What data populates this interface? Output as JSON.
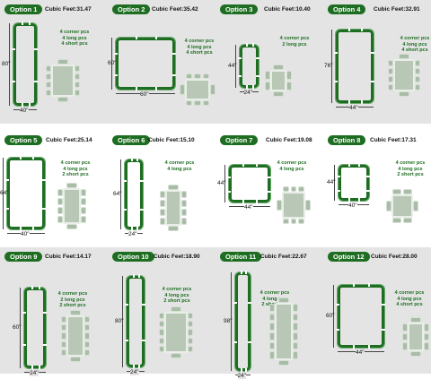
{
  "labels": {
    "cubic_prefix": "Cubic Feet:"
  },
  "colors": {
    "accent": "#1e6e22",
    "band": "#e4e4e4",
    "table": "#b9c8b6"
  },
  "options": [
    {
      "label": "Option 1",
      "cubic": "31.47",
      "width": "40\"",
      "height": "80\"",
      "corner": "4 corner pcs",
      "long": "4 long pcs",
      "short": "4 short pcs"
    },
    {
      "label": "Option 2",
      "cubic": "35.42",
      "width": "60\"",
      "height": "60\"",
      "corner": "4 corner pcs",
      "long": "4 long pcs",
      "short": "4 short pcs"
    },
    {
      "label": "Option 3",
      "cubic": "10.40",
      "width": "24\"",
      "height": "44\"",
      "corner": "4 corner pcs",
      "long": "2 long pcs",
      "short": ""
    },
    {
      "label": "Option 4",
      "cubic": "32.91",
      "width": "44\"",
      "height": "76\"",
      "corner": "4 corner pcs",
      "long": "4 long pcs",
      "short": "4 short pcs"
    },
    {
      "label": "Option 5",
      "cubic": "25.14",
      "width": "40\"",
      "height": "64\"",
      "corner": "4 corner pcs",
      "long": "4 long pcs",
      "short": "2 short pcs"
    },
    {
      "label": "Option 6",
      "cubic": "15.10",
      "width": "24\"",
      "height": "64\"",
      "corner": "4 corner pcs",
      "long": "4 long pcs",
      "short": ""
    },
    {
      "label": "Option 7",
      "cubic": "19.08",
      "width": "44\"",
      "height": "44\"",
      "corner": "4 corner pcs",
      "long": "4 long pcs",
      "short": ""
    },
    {
      "label": "Option 8",
      "cubic": "17.31",
      "width": "40\"",
      "height": "44\"",
      "corner": "4 corner pcs",
      "long": "4 long pcs",
      "short": "2 short pcs"
    },
    {
      "label": "Option 9",
      "cubic": "14.17",
      "width": "24\"",
      "height": "60\"",
      "corner": "4 corner pcs",
      "long": "2 long pcs",
      "short": "2 short pcs"
    },
    {
      "label": "Option 10",
      "cubic": "18.90",
      "width": "24\"",
      "height": "80\"",
      "corner": "4 corner pcs",
      "long": "4 long pcs",
      "short": "2 short pcs"
    },
    {
      "label": "Option 11",
      "cubic": "22.67",
      "width": "24\"",
      "height": "98\"",
      "corner": "4 corner pcs",
      "long": "4 long pcs",
      "short": "2 short pcs"
    },
    {
      "label": "Option 12",
      "cubic": "28.00",
      "width": "44\"",
      "height": "60\"",
      "corner": "4 corner pcs",
      "long": "4 long pcs",
      "short": "4 short pcs"
    }
  ]
}
